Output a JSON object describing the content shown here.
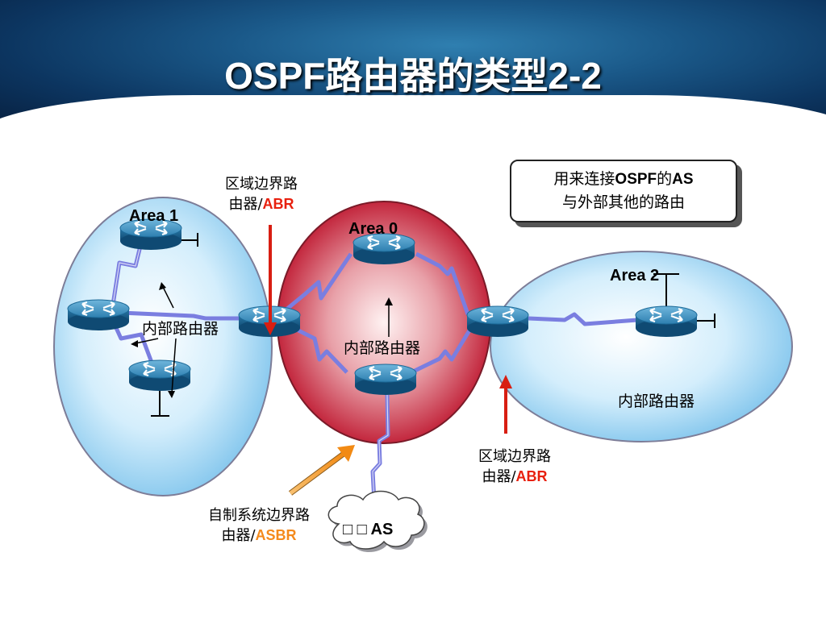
{
  "title": "OSPF路由器的类型2-2",
  "areas": {
    "area1": "Area 1",
    "area0": "Area 0",
    "area2": "Area 2"
  },
  "labels": {
    "abr_top_line1": "区域边界路",
    "abr_top_line2_prefix": "由器/",
    "abr_top_line2_accent": "ABR",
    "abr_bottom_line1": "区域边界路",
    "abr_bottom_line2_prefix": "由器/",
    "abr_bottom_line2_accent": "ABR",
    "internal_area1": "内部路由器",
    "internal_area0": "内部路由器",
    "internal_area2": "内部路由器",
    "asbr_line1": "自制系统边界路",
    "asbr_line2_prefix": "由器/",
    "asbr_line2_accent": "ASBR",
    "external_as": "□ □ AS"
  },
  "callout": {
    "line1_prefix": "用来连接",
    "line1_bold": "OSPF",
    "line1_mid": "的",
    "line1_bold2": "AS",
    "line2": "与外部其他的路由"
  },
  "colors": {
    "accent_red": "#e8200e",
    "accent_orange": "#f48a1c",
    "area0_fill": "#c8283c",
    "area_fill": "#bfe4fa",
    "link": "#8a8ee8"
  }
}
